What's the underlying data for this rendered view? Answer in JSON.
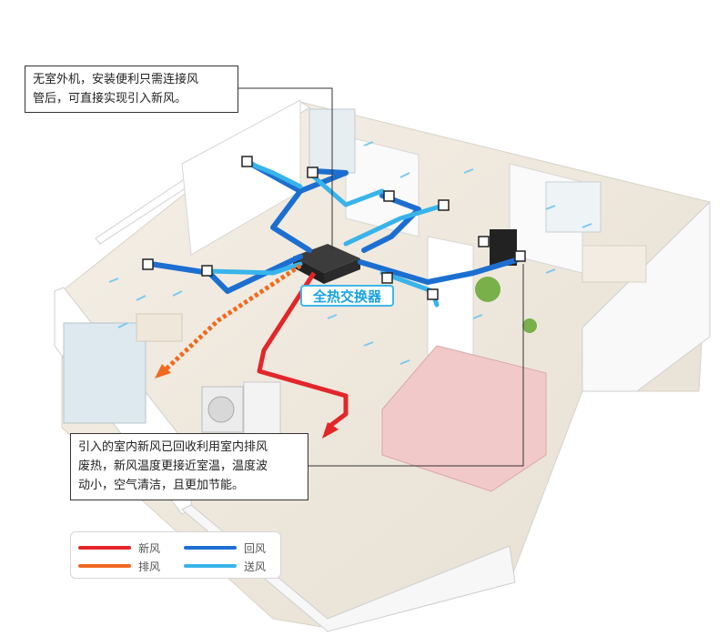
{
  "callouts": {
    "top": [
      "无室外机，安装便利只需连接风",
      "管后，可直接实现引入新风。"
    ],
    "bottom": [
      "引入的室内新风已回收利用室内排风",
      "废热，新风温度更接近室温，温度波",
      "动小，空气清洁，且更加节能。"
    ]
  },
  "unit_label": "全热交换器",
  "legend": [
    {
      "label": "新风",
      "color": "#e3262a"
    },
    {
      "label": "回风",
      "color": "#1c6fd0"
    },
    {
      "label": "排风",
      "color": "#f06a1e"
    },
    {
      "label": "送风",
      "color": "#38b4ea"
    }
  ]
}
